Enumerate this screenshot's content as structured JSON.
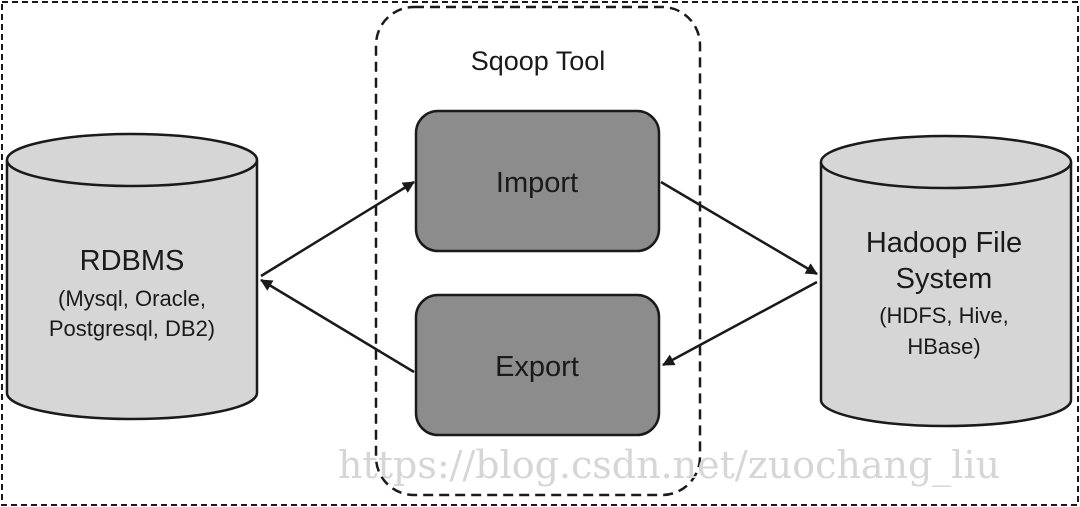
{
  "tool": {
    "title": "Sqoop Tool",
    "import_label": "Import",
    "export_label": "Export"
  },
  "rdbms": {
    "title": "RDBMS",
    "detail_lines": [
      "(Mysql, Oracle,",
      "Postgresql, DB2)"
    ]
  },
  "hadoop": {
    "title_lines": [
      "Hadoop File",
      "System"
    ],
    "detail_lines": [
      "(HDFS, Hive,",
      "HBase)"
    ]
  },
  "watermark": "https://blog.csdn.net/zuochang_liu",
  "colors": {
    "cylinder_fill": "#d6d6d6",
    "box_fill": "#8c8c8c",
    "stroke": "#1a1a1a"
  }
}
